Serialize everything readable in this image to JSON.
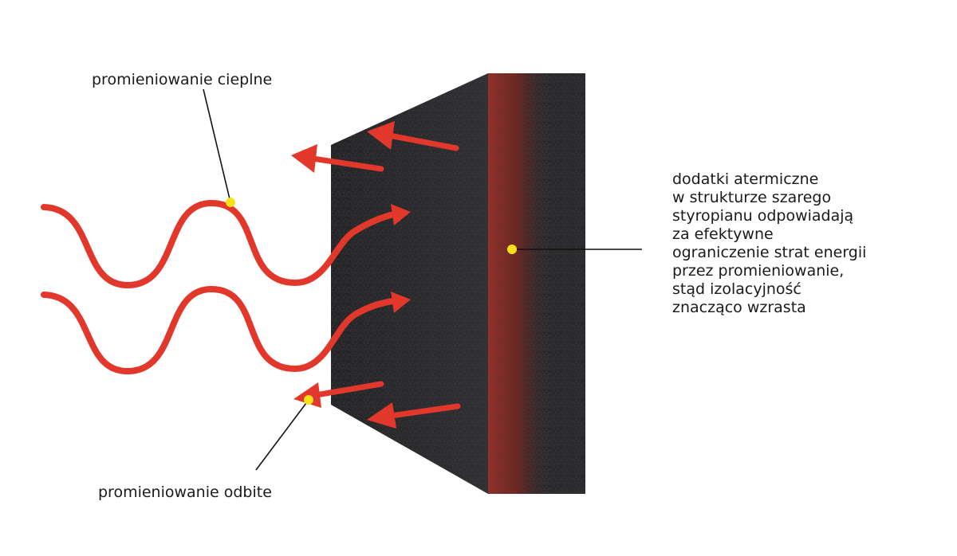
{
  "labels": {
    "thermal_radiation": "promieniowanie cieplne",
    "reflected_radiation": "promieniowanie odbite",
    "additives_lines": [
      "dodatki atermiczne",
      "w strukturze szarego",
      "styropianu odpowiadają",
      "za efektywne",
      "ograniczenie strat energii",
      "przez promieniowanie,",
      "stąd izolacyjność",
      "znacząco wzrasta"
    ]
  },
  "colors": {
    "radiation": "#e2372b",
    "panel_dark": "#2c2c2e",
    "panel_face": "#232325",
    "panel_red_band": "#8a2a24",
    "marker": "#f7e21a",
    "leader_line": "#111111",
    "text": "#1a1a1a"
  }
}
